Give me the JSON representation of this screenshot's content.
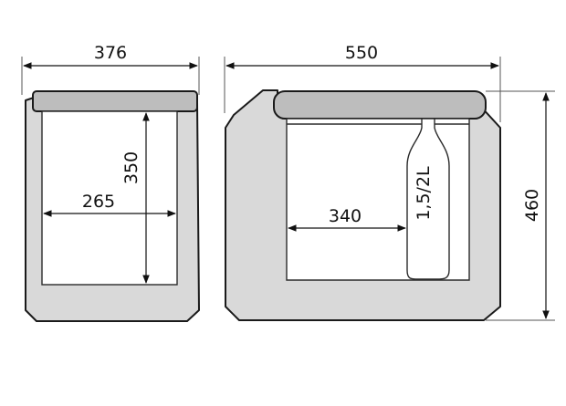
{
  "front_view": {
    "width_label": "376",
    "inner_width_label": "265",
    "inner_height_label": "350"
  },
  "side_view": {
    "width_label": "550",
    "inner_width_label": "340",
    "height_label": "460",
    "bottle_label": "1,5/2L"
  },
  "colors": {
    "body_fill": "#d9d9d9",
    "lid_fill": "#bdbdbd",
    "interior_fill": "#ffffff",
    "line": "#1a1a1a"
  }
}
